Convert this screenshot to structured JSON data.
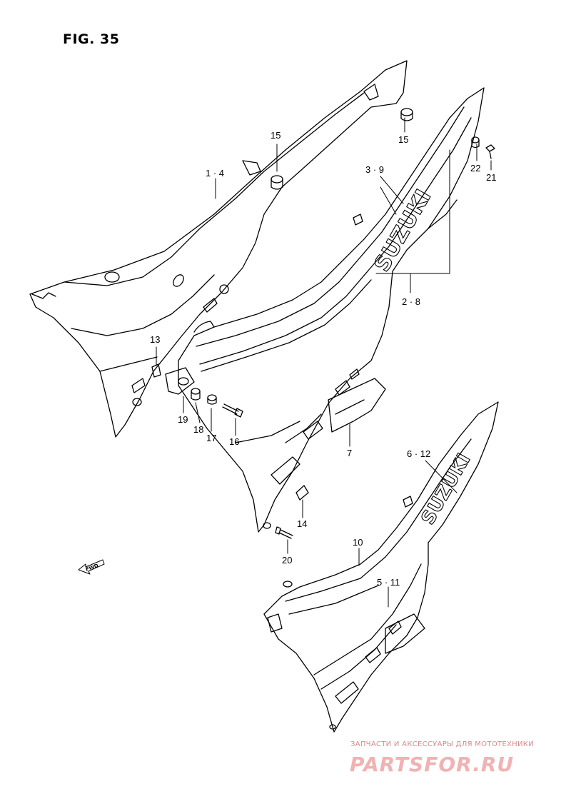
{
  "figure": {
    "title": "FIG. 35"
  },
  "callouts": [
    {
      "id": "c-1-4",
      "text": "1 · 4"
    },
    {
      "id": "c-15a",
      "text": "15"
    },
    {
      "id": "c-15b",
      "text": "15"
    },
    {
      "id": "c-3-9",
      "text": "3 · 9"
    },
    {
      "id": "c-22",
      "text": "22"
    },
    {
      "id": "c-21",
      "text": "21"
    },
    {
      "id": "c-2-8",
      "text": "2 · 8"
    },
    {
      "id": "c-13",
      "text": "13"
    },
    {
      "id": "c-19",
      "text": "19"
    },
    {
      "id": "c-18",
      "text": "18"
    },
    {
      "id": "c-17",
      "text": "17"
    },
    {
      "id": "c-16",
      "text": "16"
    },
    {
      "id": "c-7",
      "text": "7"
    },
    {
      "id": "c-6-12",
      "text": "6 · 12"
    },
    {
      "id": "c-14",
      "text": "14"
    },
    {
      "id": "c-20",
      "text": "20"
    },
    {
      "id": "c-10",
      "text": "10"
    },
    {
      "id": "c-5-11",
      "text": "5 · 11"
    }
  ],
  "decals": {
    "brand_top": "SUZUKI",
    "brand_bottom": "SUZUKI"
  },
  "direction_marker": {
    "text": "FWD",
    "icon": "forward-arrow-icon"
  },
  "watermark": {
    "caption": "ЗАПЧАСТИ И АКСЕССУАРЫ ДЛЯ МОТОТЕХНИКИ",
    "logo": "PARTSFOR.RU"
  },
  "colors": {
    "line": "#000000",
    "background": "#ffffff",
    "watermark": "#e8a0a0"
  }
}
